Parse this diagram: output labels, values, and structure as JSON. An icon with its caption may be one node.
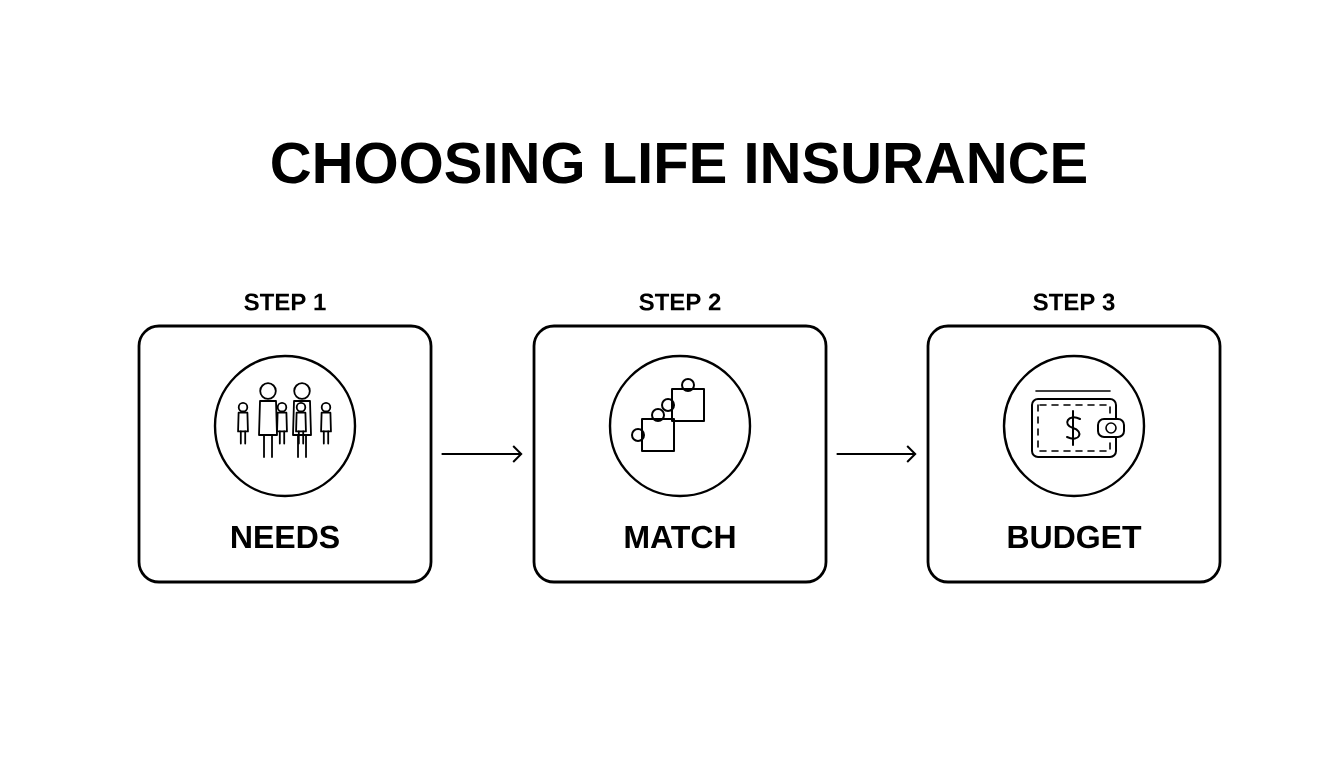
{
  "diagram": {
    "title": "CHOOSING LIFE INSURANCE",
    "nodes": [
      {
        "text": [
          "STEP 1",
          "NEEDS"
        ]
      },
      {
        "text": [
          "STEP 2",
          "MATCH"
        ]
      },
      {
        "text": [
          "STEP 3",
          "BUDGET"
        ]
      }
    ],
    "edges": [
      {
        "from": 0,
        "to": 1,
        "arrow": "to"
      },
      {
        "from": 1,
        "to": 2,
        "arrow": "to"
      }
    ]
  }
}
